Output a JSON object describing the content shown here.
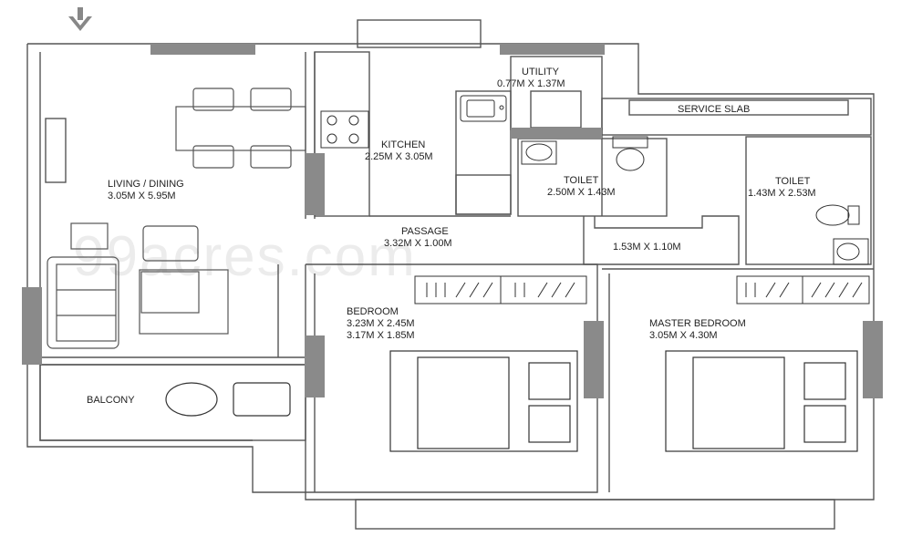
{
  "watermark": "99acres.com",
  "rooms": {
    "living": {
      "name": "LIVING / DINING",
      "size": "3.05M X 5.95M"
    },
    "kitchen": {
      "name": "KITCHEN",
      "size": "2.25M X 3.05M"
    },
    "utility": {
      "name": "UTILITY",
      "size": "0.77M X 1.37M"
    },
    "service": {
      "name": "SERVICE SLAB"
    },
    "toilet1": {
      "name": "TOILET",
      "size": "2.50M X 1.43M"
    },
    "toilet2": {
      "name": "TOILET",
      "size": "1.43M X 2.53M"
    },
    "passage": {
      "name": "PASSAGE",
      "size": "3.32M X 1.00M"
    },
    "lobby": {
      "size": "1.53M X 1.10M"
    },
    "bedroom": {
      "name": "BEDROOM",
      "size1": "3.23M X 2.45M",
      "size2": "3.17M X 1.85M"
    },
    "master": {
      "name": "MASTER BEDROOM",
      "size": "3.05M X 4.30M"
    },
    "balcony": {
      "name": "BALCONY"
    }
  },
  "colors": {
    "wall": "#555555",
    "window": "#8a8a8a",
    "entry_arrow": "#888888"
  },
  "icons": [
    "entry-arrow-icon",
    "hob-icon",
    "sink-icon",
    "wc-icon",
    "washbasin-icon",
    "bed-icon",
    "sofa-icon",
    "wardrobe-icon"
  ]
}
